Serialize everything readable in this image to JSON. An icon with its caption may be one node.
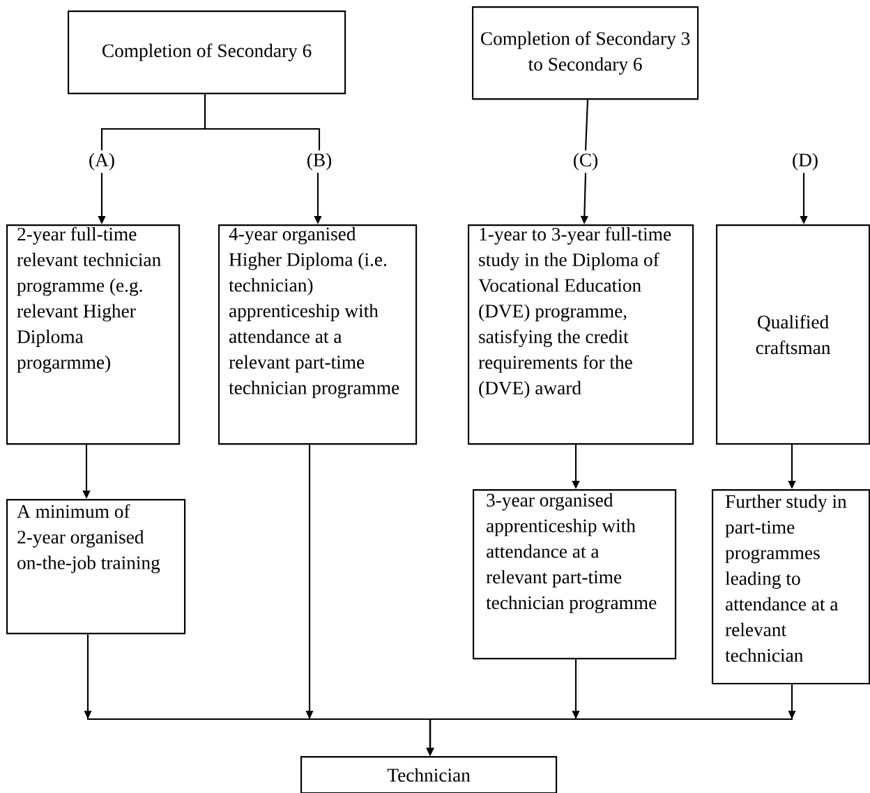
{
  "diagram": {
    "nodes": [
      {
        "text": [
          "Completion of Secondary 6"
        ]
      },
      {
        "text": [
          "Completion of Secondary 3 to Secondary 6"
        ]
      },
      {
        "text": [
          "(A)"
        ]
      },
      {
        "text": [
          "(B)"
        ]
      },
      {
        "text": [
          "(C)"
        ]
      },
      {
        "text": [
          "(D)"
        ]
      },
      {
        "text": [
          "2-year full-time relevant technician programme (e.g. relevant Higher Diploma progarmme)"
        ]
      },
      {
        "text": [
          "4-year organised Higher Diploma (i.e. technician) apprenticeship with attendance at a relevant part-time technician programme"
        ]
      },
      {
        "text": [
          "1-year to 3-year full-time study in the Diploma of Vocational Education (DVE) programme, satisfying the credit requirements for the (DVE) award"
        ]
      },
      {
        "text": [
          "Qualified craftsman"
        ]
      },
      {
        "text": [
          "A minimum of 2-year organised on-the-job training"
        ]
      },
      {
        "text": [
          "3-year organised apprenticeship with attendance at a relevant part-time technician programme"
        ]
      },
      {
        "text": [
          "Further study in part-time programmes leading to attendance at a relevant technician"
        ]
      },
      {
        "text": [
          "Technician"
        ]
      }
    ],
    "edges": [
      {
        "from": 0,
        "to": 2,
        "arrow": "none"
      },
      {
        "from": 0,
        "to": 3,
        "arrow": "none"
      },
      {
        "from": 1,
        "to": 4,
        "arrow": "none"
      },
      {
        "from": 2,
        "to": 6,
        "arrow": "to"
      },
      {
        "from": 3,
        "to": 7,
        "arrow": "to"
      },
      {
        "from": 4,
        "to": 8,
        "arrow": "to"
      },
      {
        "from": 5,
        "to": 9,
        "arrow": "to"
      },
      {
        "from": 6,
        "to": 10,
        "arrow": "to"
      },
      {
        "from": 8,
        "to": 11,
        "arrow": "to"
      },
      {
        "from": 9,
        "to": 12,
        "arrow": "to"
      },
      {
        "from": 10,
        "to": 13,
        "arrow": "to"
      },
      {
        "from": 7,
        "to": 13,
        "arrow": "to"
      },
      {
        "from": 11,
        "to": 13,
        "arrow": "to"
      },
      {
        "from": 12,
        "to": 13,
        "arrow": "to"
      }
    ]
  }
}
